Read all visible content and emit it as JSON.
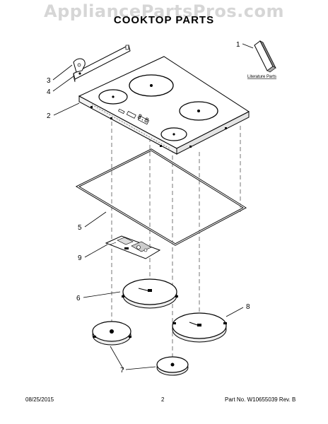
{
  "watermark": "AppliancePartsPros.com",
  "title": "COOKTOP PARTS",
  "literature_label": "Literature Parts",
  "callouts": [
    "1",
    "2",
    "3",
    "4",
    "5",
    "6",
    "7",
    "8",
    "9"
  ],
  "footer": {
    "date": "08/25/2015",
    "page": "2",
    "part_no": "Part No. W10655039 Rev. B"
  },
  "colors": {
    "line": "#000000",
    "dash": "#555555",
    "shade": "#e8e8e8"
  }
}
